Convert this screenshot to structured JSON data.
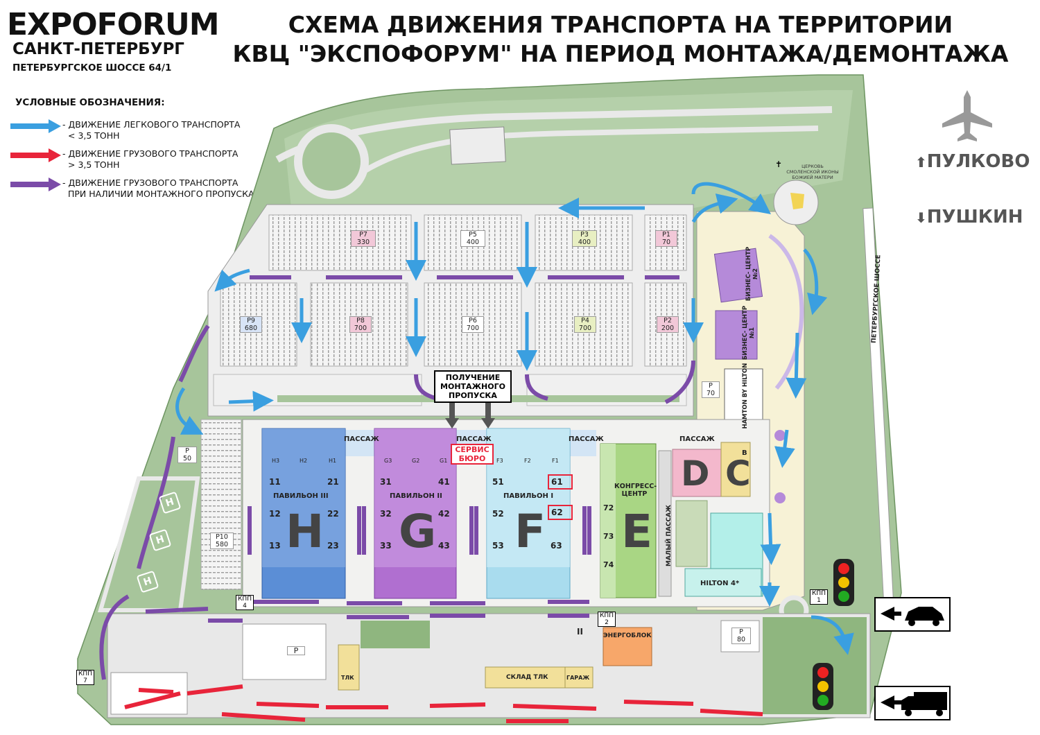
{
  "header": {
    "brand": "EXPOFORUM",
    "city": "САНКТ-ПЕТЕРБУРГ",
    "address": "ПЕТЕРБУРГСКОЕ ШОССЕ 64/1",
    "title_line1": "СХЕМА ДВИЖЕНИЯ ТРАНСПОРТА НА ТЕРРИТОРИИ",
    "title_line2": "КВЦ \"ЭКСПОФОРУМ\" НА ПЕРИОД МОНТАЖА/ДЕМОНТАЖА"
  },
  "legend": {
    "heading": "УСЛОВНЫЕ ОБОЗНАЧЕНИЯ:",
    "items": [
      {
        "line1": "- ДВИЖЕНИЕ ЛЕГКОВОГО ТРАНСПОРТА",
        "line2": "< 3,5 ТОНН",
        "color": "#3a9fe0"
      },
      {
        "line1": "- ДВИЖЕНИЕ ГРУЗОВОГО ТРАНСПОРТА",
        "line2": "> 3,5 ТОНН",
        "color": "#e8243a"
      },
      {
        "line1": "- ДВИЖЕНИЕ ГРУЗОВОГО ТРАНСПОРТА",
        "line2": "ПРИ НАЛИЧИИ МОНТАЖНОГО ПРОПУСКА",
        "color": "#7b4ba8"
      }
    ]
  },
  "directions": {
    "pulkovo": "ПУЛКОВО",
    "pushkin": "ПУШКИН",
    "up_arrow": "⬆",
    "down_arrow": "⬇",
    "plane_icon": "airplane-icon"
  },
  "church": "ЦЕРКОВЬ СМОЛЕНСКОЙ ИКОНЫ БОЖИЕЙ МАТЕРИ",
  "road": "ПЕТЕРБУРГСКОЕ ШОССЕ",
  "parkings": [
    {
      "name": "P7",
      "cap": "330"
    },
    {
      "name": "P5",
      "cap": "400"
    },
    {
      "name": "P3",
      "cap": "400"
    },
    {
      "name": "P1",
      "cap": "70"
    },
    {
      "name": "P9",
      "cap": "680"
    },
    {
      "name": "P8",
      "cap": "700"
    },
    {
      "name": "P6",
      "cap": "700"
    },
    {
      "name": "P4",
      "cap": "700"
    },
    {
      "name": "P2",
      "cap": "200"
    },
    {
      "name": "P",
      "cap": "70"
    },
    {
      "name": "P",
      "cap": "50"
    },
    {
      "name": "P10",
      "cap": "580"
    },
    {
      "name": "P",
      "cap": "80"
    },
    {
      "name": "P",
      "cap": ""
    }
  ],
  "callout": "ПОЛУЧЕНИЕ МОНТАЖНОГО ПРОПУСКА",
  "service": "СЕРВИС БЮРО",
  "passage": "ПАССАЖ",
  "pavilions": [
    {
      "name": "ПАВИЛЬОН III",
      "letter": "H",
      "gates": [
        "H3",
        "H2",
        "H1"
      ],
      "left_nums": [
        "11",
        "12",
        "13"
      ],
      "right_nums": [
        "21",
        "22",
        "23"
      ]
    },
    {
      "name": "ПАВИЛЬОН II",
      "letter": "G",
      "gates": [
        "G3",
        "G2",
        "G1"
      ],
      "left_nums": [
        "31",
        "32",
        "33"
      ],
      "right_nums": [
        "41",
        "42",
        "43"
      ]
    },
    {
      "name": "ПАВИЛЬОН I",
      "letter": "F",
      "gates": [
        "F3",
        "F2",
        "F1"
      ],
      "left_nums": [
        "51",
        "52",
        "53"
      ],
      "right_nums": [
        "61",
        "62",
        "63"
      ]
    }
  ],
  "congress": {
    "name": "КОНГРЕСС- ЦЕНТР",
    "letter": "E",
    "nums": [
      "72",
      "73",
      "74"
    ]
  },
  "malyi": "МАЛЫЙ ПАССАЖ",
  "d_letter": "D",
  "c_letter": "C",
  "b_letter": "B",
  "hilton": "HILTON 4*",
  "hampton": "HAMTON BY HILTON",
  "bc1": "БИЗНЕС- ЦЕНТР №1",
  "bc2": "БИЗНЕС- ЦЕНТР №2",
  "energoblok": "ЭНЕРГОБЛОК",
  "tlk": "ТЛК",
  "sklad": "СКЛАД ТЛК",
  "garage": "ГАРАЖ",
  "kpp": [
    {
      "label": "КПП",
      "num": "1"
    },
    {
      "label": "КПП",
      "num": "2"
    },
    {
      "label": "КПП",
      "num": "4"
    },
    {
      "label": "КПП",
      "num": "7"
    }
  ],
  "helipad": "H",
  "ii_mark": "II",
  "signs": {
    "car_icon": "car-icon",
    "truck_icon": "truck-icon",
    "arrow": "←"
  },
  "colors": {
    "light": "#3a9fe0",
    "heavy": "#e8243a",
    "permit": "#7b4ba8",
    "green": "#8fb67f",
    "pav_h": "#4a7fd0",
    "pav_g": "#a55fc8",
    "pav_f": "#a9dcee",
    "congress": "#a9d684",
    "d": "#f3b8cc",
    "c": "#f2e09a"
  }
}
